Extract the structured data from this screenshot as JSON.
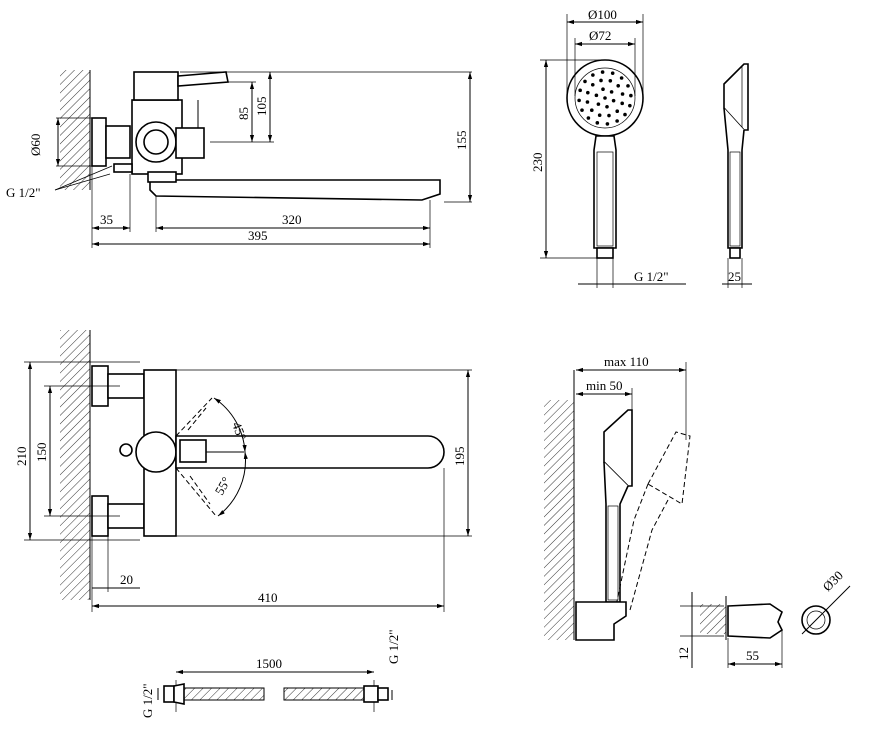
{
  "side_view": {
    "d60": "Ø60",
    "g12": "G 1/2\"",
    "h85": "85",
    "h105": "105",
    "h155": "155",
    "w35": "35",
    "w320": "320",
    "w395": "395"
  },
  "shower_head": {
    "d100": "Ø100",
    "d72": "Ø72",
    "h230": "230",
    "g12": "G 1/2\"",
    "w25": "25"
  },
  "top_view": {
    "h210": "210",
    "h150": "150",
    "h195": "195",
    "a45": "45°",
    "a55": "55°",
    "w20": "20",
    "w410": "410"
  },
  "holder_view": {
    "max110": "max 110",
    "min50": "min 50"
  },
  "bracket": {
    "h12": "12",
    "w55": "55",
    "d30": "Ø30"
  },
  "hose": {
    "len1500": "1500",
    "g12_left": "G 1/2\"",
    "g12_right": "G 1/2\""
  }
}
